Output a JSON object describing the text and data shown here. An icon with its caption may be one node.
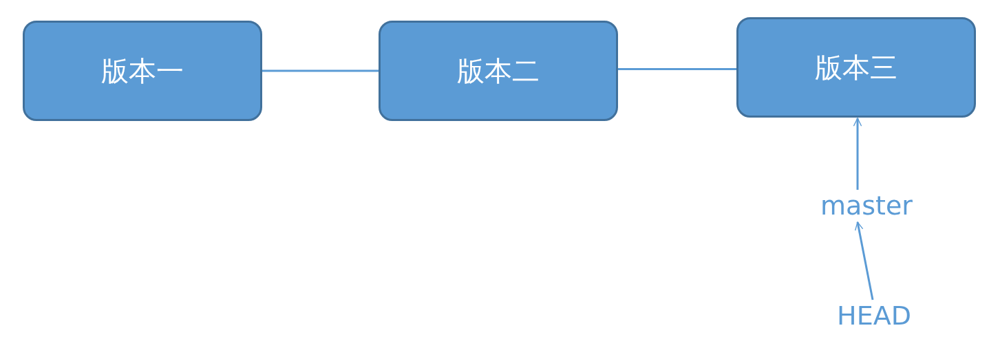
{
  "diagram": {
    "nodes": [
      {
        "text": [
          "版本一"
        ]
      },
      {
        "text": [
          "版本二"
        ]
      },
      {
        "text": [
          "版本三"
        ]
      },
      {
        "text": [
          "master"
        ]
      },
      {
        "text": [
          "HEAD"
        ]
      }
    ],
    "edges": [
      {
        "from": 0,
        "to": 1,
        "arrow": "none"
      },
      {
        "from": 1,
        "to": 2,
        "arrow": "none"
      },
      {
        "from": 3,
        "to": 2,
        "arrow": "to"
      },
      {
        "from": 4,
        "to": 3,
        "arrow": "to"
      }
    ]
  }
}
